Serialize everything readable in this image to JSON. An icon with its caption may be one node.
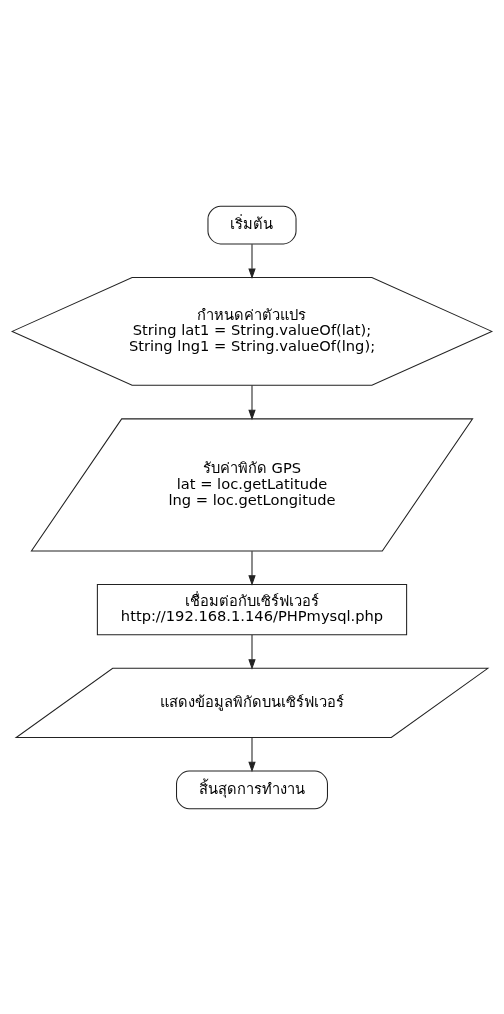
{
  "diagram": {
    "nodes": [
      {
        "text": [
          "เริ่มต้น"
        ]
      },
      {
        "text": [
          "กำหนดค่าตัวแปร",
          "String lat1 = String.valueOf(lat);",
          "String lng1 = String.valueOf(lng);"
        ]
      },
      {
        "text": [
          "รับค่าพิกัด GPS",
          "lat = loc.getLatitude",
          "lng = loc.getLongitude"
        ]
      },
      {
        "text": [
          "เชื่อมต่อกับเซิร์ฟเวอร์",
          "http://192.168.1.146/PHPmysql.php"
        ]
      },
      {
        "text": [
          "แสดงข้อมูลพิกัดบนเซิร์ฟเวอร์"
        ]
      },
      {
        "text": [
          "สิ้นสุดการทำงาน"
        ]
      }
    ],
    "edges": [
      {
        "from": 0,
        "to": 1,
        "arrow": "to"
      },
      {
        "from": 1,
        "to": 2,
        "arrow": "to"
      },
      {
        "from": 2,
        "to": 3,
        "arrow": "to"
      },
      {
        "from": 3,
        "to": 4,
        "arrow": "to"
      },
      {
        "from": 4,
        "to": 5,
        "arrow": "to"
      }
    ]
  }
}
